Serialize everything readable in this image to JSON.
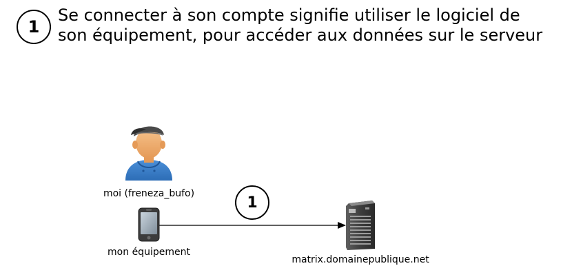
{
  "title": {
    "step_number": "1",
    "line1": "Se connecter à son compte signifie utiliser le logiciel de",
    "line2": "son équipement, pour accéder aux données sur le serveur"
  },
  "nodes": {
    "user": {
      "label": "moi (freneza_bufo)",
      "icon": "user-avatar-icon"
    },
    "device": {
      "label": "mon équipement",
      "icon": "smartphone-icon"
    },
    "server": {
      "label": "matrix.domainepublique.net",
      "icon": "server-tower-icon"
    }
  },
  "connection": {
    "from": "device",
    "to": "server",
    "step_number": "1"
  }
}
